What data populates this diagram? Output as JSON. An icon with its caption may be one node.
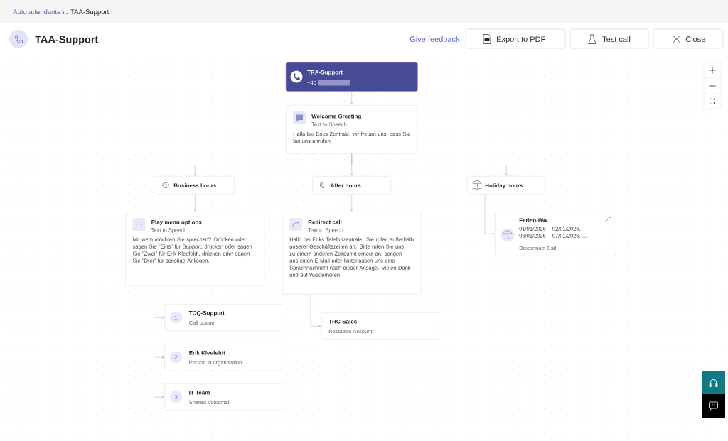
{
  "diagram": {
    "title": "TAA-Support",
    "nodes": [
      {
        "text": [
          "TRA-Support",
          "+40"
        ]
      },
      {
        "text": [
          "Welcome Greeting",
          "Text to Speech",
          "Hallo bei Eriks Zentrale, wir freuen uns, dass Sie bei uns anrufen."
        ]
      },
      {
        "text": [
          "Business hours"
        ]
      },
      {
        "text": [
          "After hours"
        ]
      },
      {
        "text": [
          "Holiday hours"
        ]
      },
      {
        "text": [
          "Play menu options",
          "Text to Speech",
          "Mit wem möchten Sie sprechen? Drücken oder sagen Sie \"Eins\" für Support, drücken oder sagen Sie \"Zwei\" für Erik Kleefeldt, drücken oder sagen Sie \"Drei\" für sonstige Anliegen."
        ]
      },
      {
        "text": [
          "Redirect call",
          "Text to Speech",
          "Hallo bei Eriks Telefonzentrale. Sie rufen außerhalb unserer Geschäftszeiten an. Bitte rufen Sie uns zu einem anderen Zeitpunkt erneut an, senden uns einen E-Mail oder hinterlassen uns eine Sprachnachricht nach dieser Ansage. Vielen Dank und auf Wiederhören."
        ]
      },
      {
        "text": [
          "Ferien-BW",
          "01/01/2026 – 02/01/2026, 06/01/2026 – 07/01/2026, ...",
          "Disconnect Call"
        ]
      },
      {
        "text": [
          "1",
          "TCQ-Support",
          "Call queue"
        ]
      },
      {
        "text": [
          "2",
          "Erik Kleefeldt",
          "Person in organisation"
        ]
      },
      {
        "text": [
          "3",
          "IT-Team",
          "Shared Voicemail"
        ]
      },
      {
        "text": [
          "TRC-Sales",
          "Resource Account"
        ]
      }
    ],
    "edges": [
      {
        "from": 0,
        "to": 1,
        "arrow": "to"
      },
      {
        "from": 1,
        "to": 2,
        "arrow": "to"
      },
      {
        "from": 1,
        "to": 3,
        "arrow": "to"
      },
      {
        "from": 1,
        "to": 4,
        "arrow": "to"
      },
      {
        "from": 2,
        "to": 5,
        "arrow": "to"
      },
      {
        "from": 3,
        "to": 6,
        "arrow": "to"
      },
      {
        "from": 4,
        "to": 7,
        "arrow": "to"
      },
      {
        "from": 5,
        "to": 8,
        "arrow": "to"
      },
      {
        "from": 5,
        "to": 9,
        "arrow": "to"
      },
      {
        "from": 5,
        "to": 10,
        "arrow": "to"
      },
      {
        "from": 6,
        "to": 11,
        "arrow": "to"
      }
    ],
    "labels": [
      "Auto attendants",
      "\\ : TAA-Support",
      "Give feedback",
      "Export to PDF",
      "Test call",
      "Close"
    ]
  }
}
